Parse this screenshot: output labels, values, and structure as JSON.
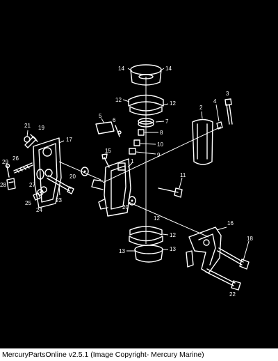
{
  "caption": "MercuryPartsOnline v2.5.1 (Image Copyright- Mercury Marine)",
  "colors": {
    "diagram_background": "#000000",
    "line_art": "#ffffff",
    "caption_background": "#ffffff",
    "caption_text": "#000000"
  },
  "callouts": {
    "c1": "1",
    "c2": "2",
    "c3": "3",
    "c4": "4",
    "c5": "5",
    "c6": "6",
    "c7": "7",
    "c8": "8",
    "c9": "9",
    "c10": "10",
    "c11": "11",
    "c12a": "12",
    "c12b": "12",
    "c12c": "12",
    "c12d": "12",
    "c13a": "13",
    "c13b": "13",
    "c14a": "14",
    "c14b": "14",
    "c15": "15",
    "c16": "16",
    "c17": "17",
    "c18": "18",
    "c19": "19",
    "c20a": "20",
    "c20b": "20",
    "c21": "21",
    "c22": "22",
    "c23": "23",
    "c24": "24",
    "c25": "25",
    "c26": "26",
    "c27": "27",
    "c28": "28",
    "c29": "29"
  }
}
